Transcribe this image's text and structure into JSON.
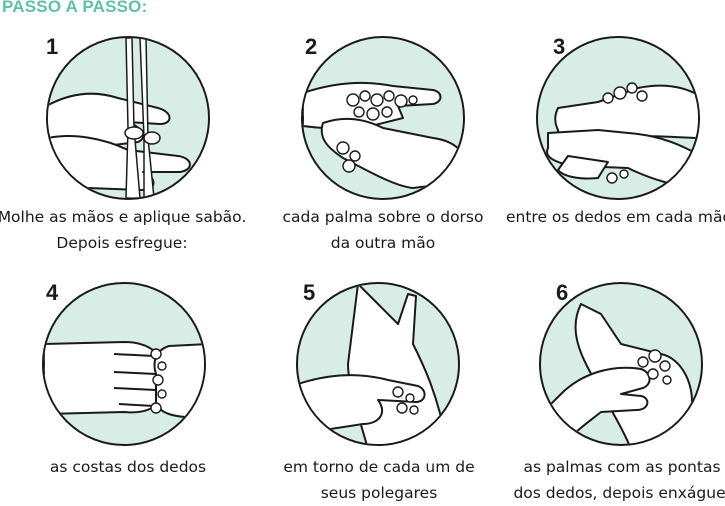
{
  "heading": "PASSO A PASSO:",
  "colors": {
    "accent": "#5fc1a4",
    "circle_fill": "#d7ede5",
    "ink": "#1a1a1a"
  },
  "steps": [
    {
      "number": "1",
      "lines": [
        "Molhe as mãos e aplique sabão.",
        "Depois esfregue:"
      ],
      "illustration": "wet-hands-under-tap-icon"
    },
    {
      "number": "2",
      "lines": [
        "cada palma sobre o dorso",
        "da outra mão"
      ],
      "illustration": "palm-over-back-icon"
    },
    {
      "number": "3",
      "lines": [
        "entre os dedos em cada mão"
      ],
      "illustration": "interlaced-fingers-icon"
    },
    {
      "number": "4",
      "lines": [
        "as costas dos dedos"
      ],
      "illustration": "backs-of-fingers-icon"
    },
    {
      "number": "5",
      "lines": [
        "em torno de cada um de",
        "seus polegares"
      ],
      "illustration": "thumb-rotation-icon"
    },
    {
      "number": "6",
      "lines": [
        "as palmas com as pontas",
        "dos dedos, depois enxágue."
      ],
      "illustration": "fingertips-on-palm-icon"
    }
  ]
}
